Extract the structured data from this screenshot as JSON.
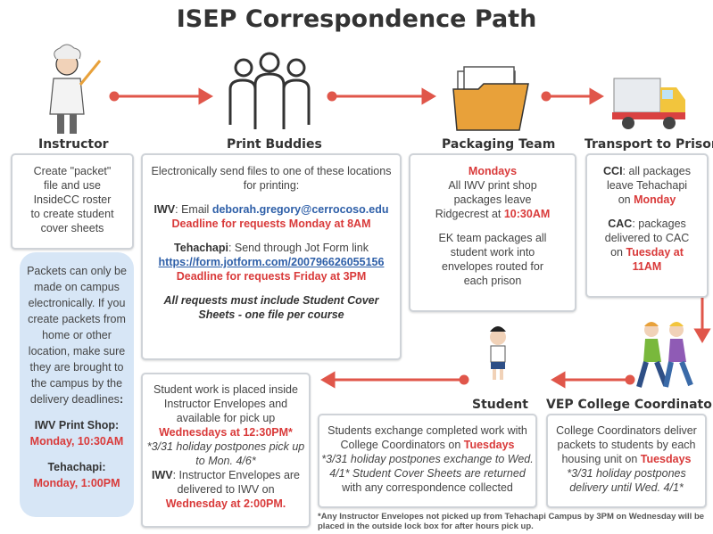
{
  "title": "ISEP Correspondence Path",
  "steps": {
    "instructor": "Instructor",
    "print_buddies": "Print Buddies",
    "packaging": "Packaging Team",
    "transport": "Transport to Prison",
    "student": "Student",
    "vep": "VEP College Coordinators"
  },
  "instructor_box": [
    "Create \"packet\"",
    "file and use",
    "InsideCC roster",
    "to create student",
    "cover sheets"
  ],
  "print_box": {
    "intro1": "Electronically send files to one of these locations",
    "intro2": "for printing:",
    "iwv_label": "IWV",
    "iwv_text": ": Email ",
    "iwv_email": "deborah.gregory@cerrocoso.edu",
    "iwv_deadline": "Deadline for requests Monday at 8AM",
    "teh_label": "Tehachapi",
    "teh_text": ": Send through Jot Form link",
    "teh_link": "https://form.jotform.com/200796626055156",
    "teh_deadline": "Deadline for requests Friday at 3PM",
    "req1": "All requests must include Student Cover",
    "req2": "Sheets - one file per course"
  },
  "packaging_box": {
    "day": "Mondays",
    "l1": "All IWV print shop",
    "l2": "packages leave",
    "l3": "Ridgecrest at ",
    "time": "10:30AM",
    "p1": "EK team packages all",
    "p2": "student work into",
    "p3": "envelopes routed for",
    "p4": "each prison"
  },
  "transport_box": {
    "cci": "CCI",
    "cci_t1": ": all packages",
    "cci_t2": "leave Tehachapi",
    "cci_t3": "on ",
    "cci_day": "Monday",
    "cac": "CAC",
    "cac_t1": ": packages",
    "cac_t2": "delivered to CAC",
    "cac_t3": "on ",
    "cac_day": "Tuesday at",
    "cac_time": "11AM"
  },
  "note_box": {
    "lines": [
      "Packets can only be",
      "made on campus",
      "electronically. If you",
      "create packets from",
      "home or other",
      "location, make sure",
      "they are brought to",
      "the campus by the"
    ],
    "last": "delivery deadlines",
    "colon": ":",
    "iwv_label": "IWV Print Shop:",
    "iwv_time": "Monday, 10:30AM",
    "teh_label": "Tehachapi:",
    "teh_time": "Monday, 1:00PM"
  },
  "pickup_box": {
    "l1": "Student work is placed inside",
    "l2": "Instructor Envelopes and",
    "l3": "available for pick up",
    "time": "Wednesdays at 12:30PM*",
    "h1": "*3/31 holiday postpones pick up",
    "h2": "to Mon. 4/6*",
    "iwv": "IWV",
    "i1": ": Instructor Envelopes are",
    "i2": "delivered to IWV on",
    "itime": "Wednesday at 2:00PM."
  },
  "student_box": {
    "l1": "Students exchange completed work with",
    "l2": "College Coordinators on ",
    "day": "Tuesdays",
    "h1": "*3/31 holiday postpones exchange to Wed.",
    "h2": "4/1* Student Cover Sheets are returned",
    "h3": "with any correspondence collected"
  },
  "vep_box": {
    "l1": "College Coordinators deliver",
    "l2": "packets to students by each",
    "l3": "housing unit on ",
    "day": "Tuesdays",
    "h1": "*3/31 holiday postpones",
    "h2": "delivery until Wed. 4/1*"
  },
  "footnote": "*Any Instructor Envelopes not picked up from Tehachapi Campus by 3PM on Wednesday will be placed in the outside lock box for after hours pick up.",
  "icons": [
    "instructor-figure-icon",
    "people-group-icon",
    "folder-icon",
    "delivery-truck-icon",
    "student-figure-icon",
    "walking-people-icon"
  ],
  "colors": {
    "accent": "#d93a3a",
    "link": "#2e5fa8",
    "note_bg": "#d7e6f6",
    "arrow": "#e0564a"
  }
}
